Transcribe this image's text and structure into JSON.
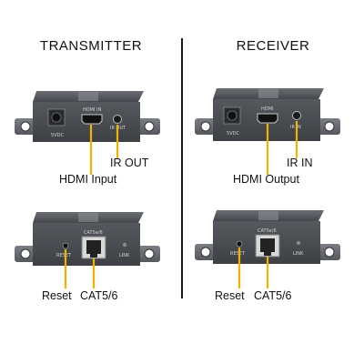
{
  "headings": {
    "transmitter": "TRANSMITTER",
    "receiver": "RECEIVER"
  },
  "transmitter": {
    "front_port_labels": {
      "power": "5VDC",
      "hdmi": "HDMI IN",
      "ir": "IR OUT"
    },
    "callouts": {
      "ir": "IR OUT",
      "hdmi": "HDMI Input"
    },
    "back_port_labels": {
      "reset": "RESET",
      "cat": "CAT5e/6",
      "link": "LINK"
    },
    "back_callouts": {
      "reset": "Reset",
      "cat": "CAT5/6"
    }
  },
  "receiver": {
    "front_port_labels": {
      "power": "5VDC",
      "hdmi": "HDMI",
      "ir": "IR IN"
    },
    "callouts": {
      "ir": "IR IN",
      "hdmi": "HDMI Output"
    },
    "back_port_labels": {
      "reset": "RESET",
      "cat": "CAT5e/6",
      "link": "LINK"
    },
    "back_callouts": {
      "reset": "Reset",
      "cat": "CAT5/6"
    }
  },
  "colors": {
    "callout_line": "#f0b400",
    "device_body": "#4a4d52",
    "divider": "#1a1a1a"
  }
}
